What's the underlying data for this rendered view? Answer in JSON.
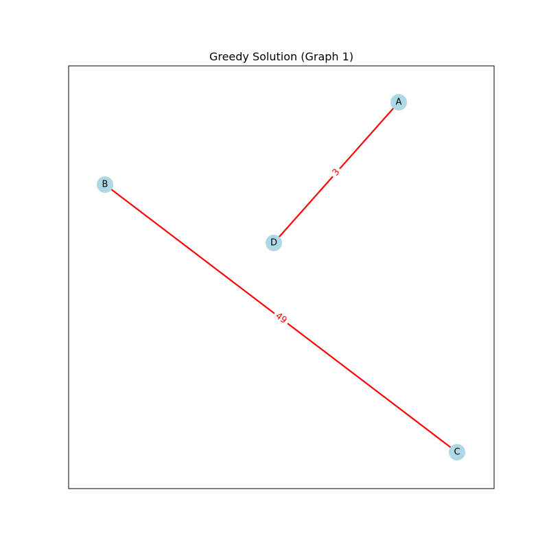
{
  "title": "Greedy Solution (Graph 1)",
  "colors": {
    "edge": "#ff0000",
    "node_fill": "#add8e6",
    "frame": "#000000",
    "background": "#ffffff"
  },
  "graph": {
    "nodes": [
      {
        "id": "A",
        "label": "A"
      },
      {
        "id": "B",
        "label": "B"
      },
      {
        "id": "C",
        "label": "C"
      },
      {
        "id": "D",
        "label": "D"
      }
    ],
    "edges": [
      {
        "source": "A",
        "target": "D",
        "weight": "3"
      },
      {
        "source": "B",
        "target": "C",
        "weight": "49"
      }
    ]
  }
}
